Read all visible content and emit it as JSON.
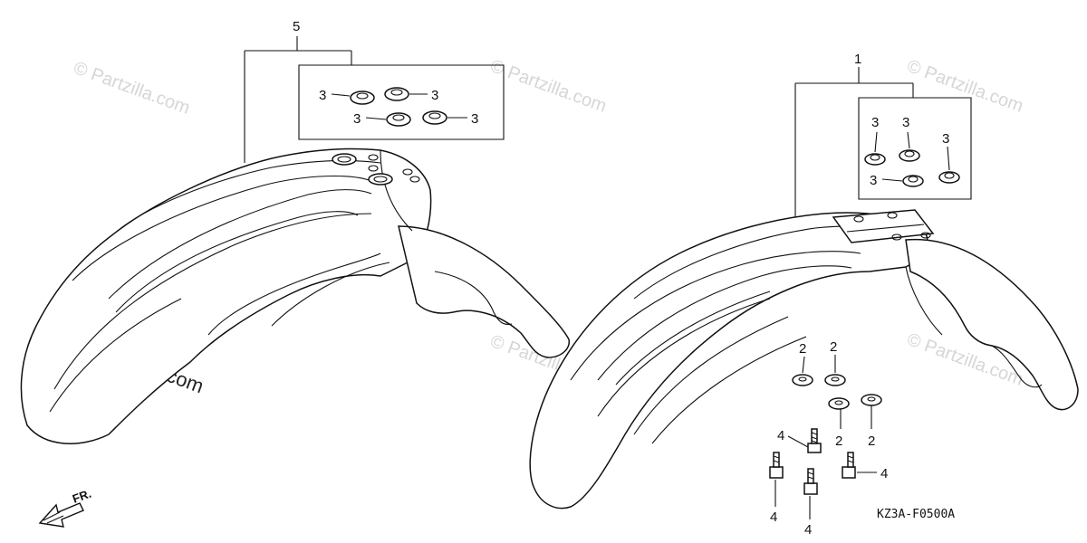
{
  "diagram_code": "KZ3A-F0500A",
  "direction_label": "FR.",
  "watermark_text": "© Partzilla.com",
  "callouts": {
    "left_fender_set": "5",
    "right_fender_set": "1",
    "grommet": "3",
    "washer": "2",
    "bolt": "4"
  }
}
